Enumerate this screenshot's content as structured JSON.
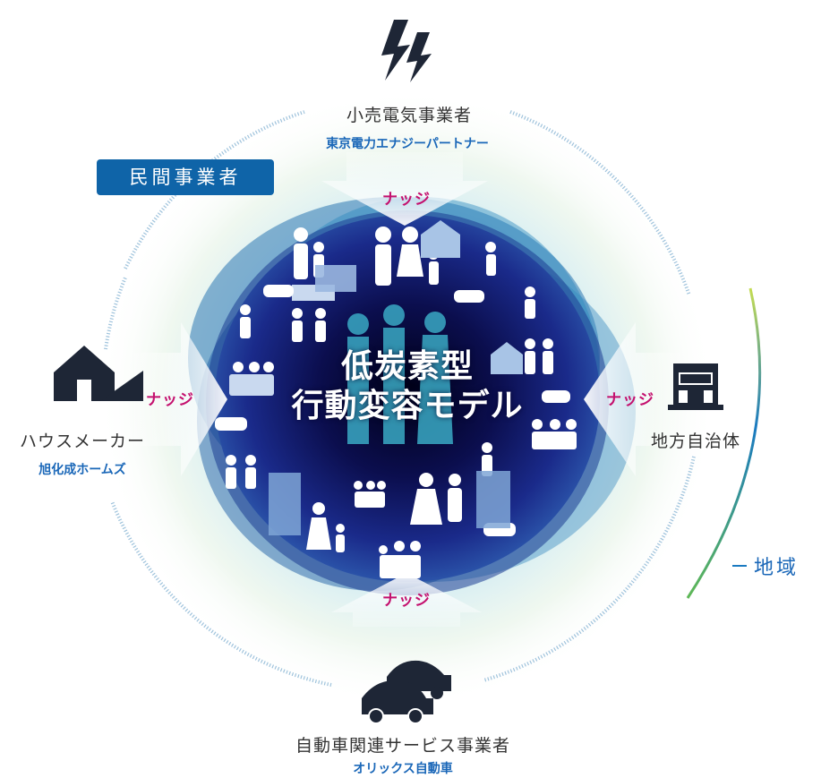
{
  "center": {
    "line1": "低炭素型",
    "line2": "行動変容モデル"
  },
  "badge": {
    "private": "民間事業者"
  },
  "region": {
    "label": "地域"
  },
  "nudge": {
    "top": "ナッジ",
    "left": "ナッジ",
    "right": "ナッジ",
    "bottom": "ナッジ"
  },
  "actors": {
    "top": {
      "role": "小売電気事業者",
      "company": "東京電力エナジーパートナー",
      "icon": "lightning-icon"
    },
    "left": {
      "role": "ハウスメーカー",
      "company": "旭化成ホームズ",
      "icon": "house-icon"
    },
    "right": {
      "role": "地方自治体",
      "icon": "government-building-icon"
    },
    "bottom": {
      "role": "自動車関連サービス事業者",
      "company": "オリックス自動車",
      "icon": "cars-icon"
    }
  },
  "colors": {
    "brand_blue": "#0f64a8",
    "nudge_magenta": "#c4106e",
    "core_navy": "#0b0e4e",
    "region_gradient": [
      "#b7d94a",
      "#1a7ac1"
    ]
  }
}
